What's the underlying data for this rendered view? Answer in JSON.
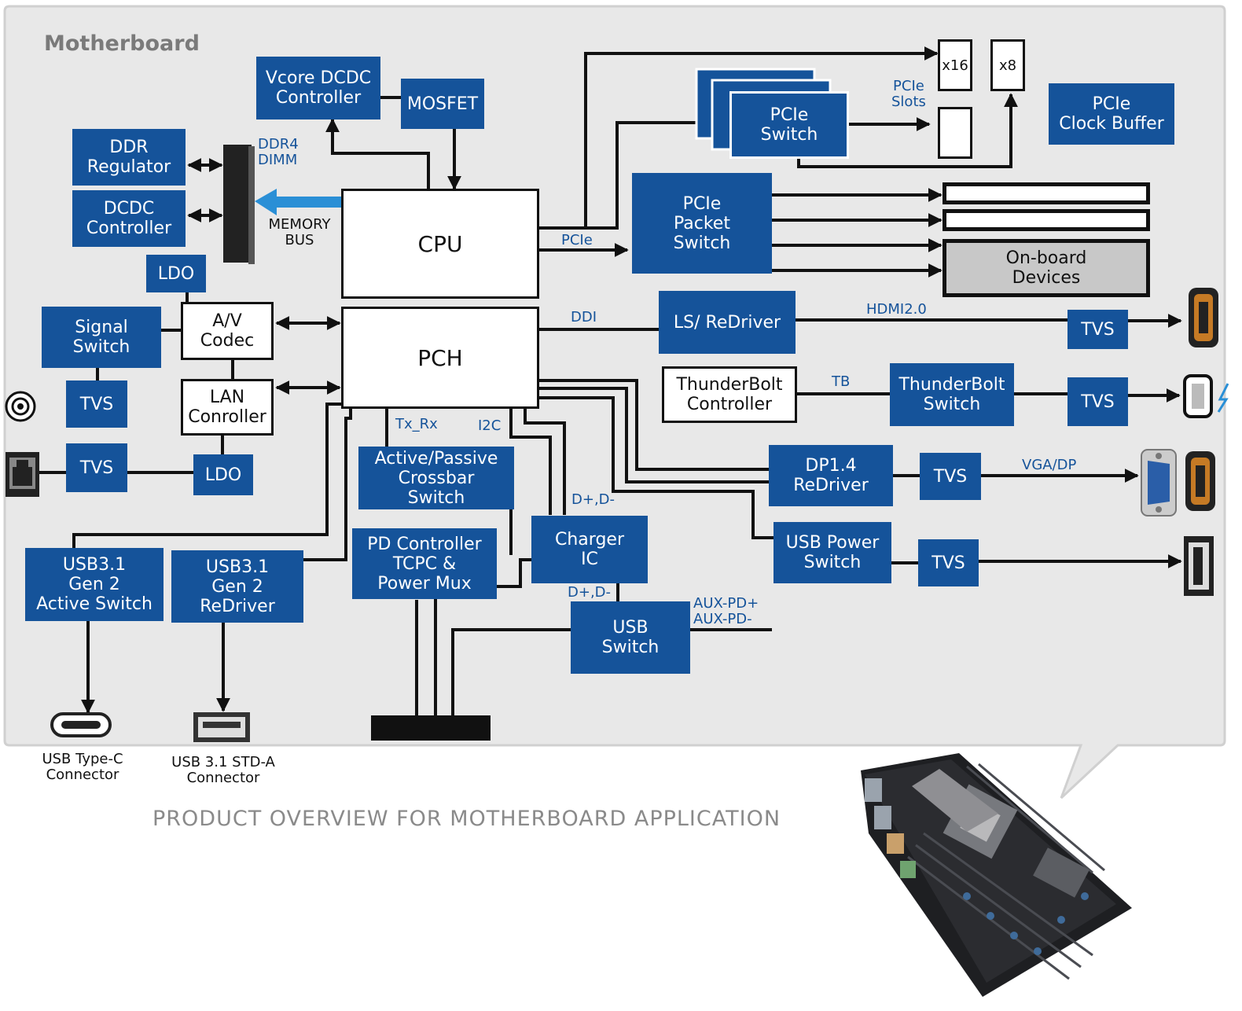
{
  "title": "Motherboard",
  "caption": "PRODUCT OVERVIEW FOR MOTHERBOARD APPLICATION",
  "colors": {
    "block": "#15539a",
    "panel": "#e8e8e8",
    "label": "#15539a",
    "memory_bus_arrow": "#2a8fd6",
    "onboard": "#c8c8c8"
  },
  "blocks": {
    "vcore": "Vcore DCDC\nController",
    "mosfet": "MOSFET",
    "ddr_regulator": "DDR\nRegulator",
    "dcdc_controller": "DCDC\nController",
    "ldo_top": "LDO",
    "signal_switch": "Signal\nSwitch",
    "av_codec": "A/V\nCodec",
    "lan_controller": "LAN\nConroller",
    "tvs_left1": "TVS",
    "tvs_left2": "TVS",
    "ldo_bottom": "LDO",
    "cpu": "CPU",
    "pch": "PCH",
    "pcie_switch": "PCIe\nSwitch",
    "pcie_clock_buffer": "PCIe\nClock Buffer",
    "pcie_packet_switch": "PCIe\nPacket\nSwitch",
    "onboard_devices": "On-board\nDevices",
    "ls_redriver": "LS/ ReDriver",
    "tvs_hdmi": "TVS",
    "thunderbolt_controller": "ThunderBolt\nController",
    "thunderbolt_switch": "ThunderBolt\nSwitch",
    "tvs_tb": "TVS",
    "crossbar": "Active/Passive\nCrossbar\nSwitch",
    "pd_controller": "PD Controller\nTCPC &\nPower Mux",
    "charger_ic": "Charger\nIC",
    "usb_switch": "USB\nSwitch",
    "dp_redriver": "DP1.4\nReDriver",
    "tvs_dp": "TVS",
    "usb_power_switch": "USB Power\nSwitch",
    "tvs_usb": "TVS",
    "usb31_active": "USB3.1\nGen 2\nActive Switch",
    "usb31_redriver": "USB3.1\nGen 2\nReDriver",
    "slot_x16": "x16",
    "slot_x8": "x8"
  },
  "labels": {
    "ddr4_dimm": "DDR4\nDIMM",
    "memory_bus": "MEMORY\nBUS",
    "pcie": "PCIe",
    "pcie_slots": "PCIe\nSlots",
    "ddi": "DDI",
    "hdmi": "HDMI2.0",
    "tb": "TB",
    "tx_rx": "Tx_Rx",
    "i2c": "I2C",
    "dpdm_1": "D+,D-",
    "dpdm_2": "D+,D-",
    "aux": "AUX-PD+\nAUX-PD-",
    "vga_dp": "VGA/DP",
    "usb_typec": "USB Type-C\nConnector",
    "usb_stda": "USB 3.1 STD-A\nConnector"
  },
  "icons": [
    "audio-jack-icon",
    "ethernet-port-icon",
    "hdmi-port-icon",
    "thunderbolt-port-icon",
    "vga-port-icon",
    "displayport-icon",
    "usb-a-port-icon",
    "usb-c-port-icon",
    "usb-a-connector-icon",
    "motherboard-photo"
  ]
}
